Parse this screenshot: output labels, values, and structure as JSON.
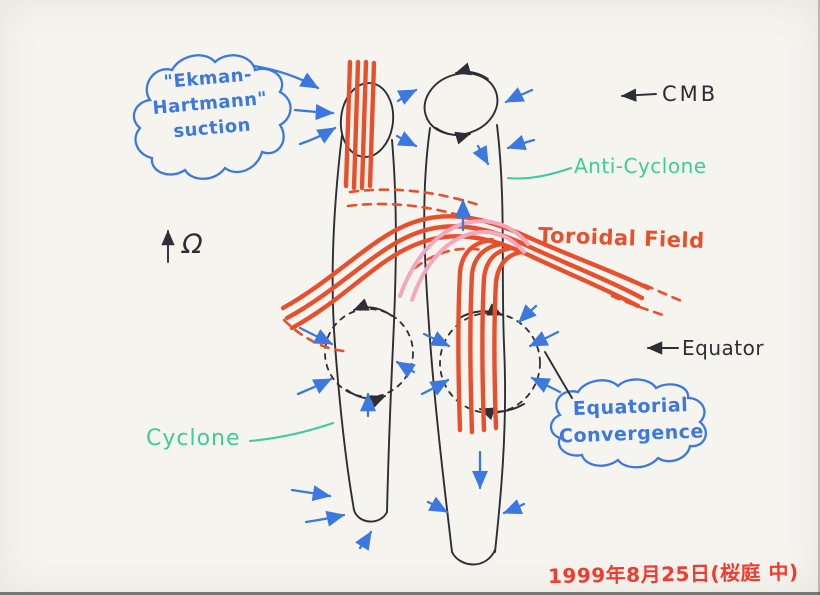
{
  "labels": {
    "ekman_suction": "\"Ekman-\nHartmann\"\nsuction",
    "cmb": "CMB",
    "anti_cyclone": "Anti-Cyclone",
    "toroidal_field": "Toroidal Field",
    "equator": "Equator",
    "equatorial_convergence": "Equatorial\nConvergence",
    "cyclone": "Cyclone",
    "rotation_omega": "Ω",
    "date_note": "1999年8月25日(桜庭 中)"
  },
  "colors": {
    "blue_ink": "#3d78e0",
    "teal_ink": "#3fcb9d",
    "red_ink": "#e8502d",
    "pink_ink": "#f4a7bf",
    "black_ink": "#2e2e34",
    "date_red": "#f23a2e",
    "paper": "#f5f4ef"
  }
}
